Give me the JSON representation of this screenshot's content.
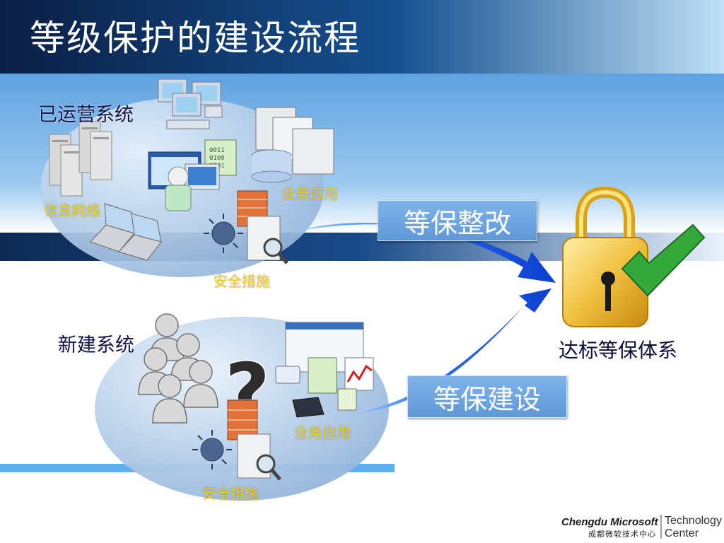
{
  "title": "等级保护的建设流程",
  "existing_system": {
    "label": "已运营系统",
    "components": {
      "network": "信息网络",
      "business": "业务应用",
      "security": "安全措施"
    }
  },
  "new_system": {
    "label": "新建系统",
    "components": {
      "business": "业务应用",
      "security": "安全措施"
    }
  },
  "actions": {
    "rectify": "等保整改",
    "build": "等保建设"
  },
  "result": "达标等保体系",
  "logo": {
    "main": "Chengdu Microsoft",
    "sub": "成都微软技术中心",
    "right_line1": "Technology",
    "right_line2": "Center"
  },
  "colors": {
    "title_bar": "#0d2a55",
    "accent_blue": "#1f5fe0",
    "label_yellow": "#f2d21a",
    "action_box": "#6aa4e0",
    "lock_gold": "#e8b830",
    "check_green": "#2e9a2e"
  }
}
